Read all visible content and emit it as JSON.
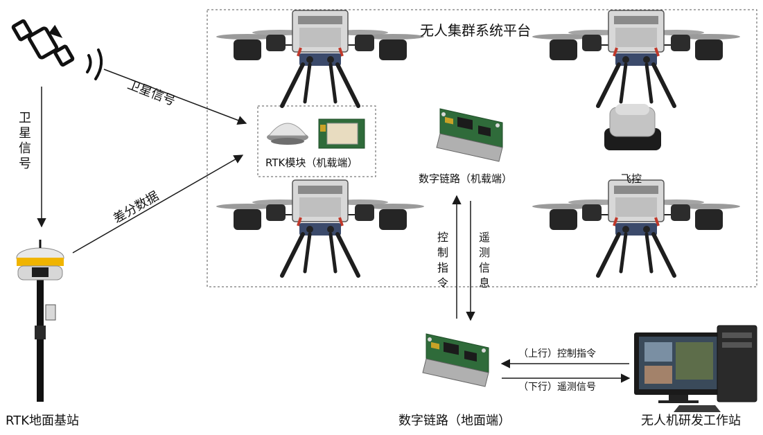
{
  "platform": {
    "title": "无人集群系统平台"
  },
  "modules": {
    "rtk_onboard": "RTK模块（机载端）",
    "datalink_onboard": "数字链路（机载端）",
    "flight_controller": "飞控",
    "datalink_ground": "数字链路（地面端）",
    "rtk_base": "RTK地面基站",
    "workstation": "无人机研发工作站"
  },
  "signals": {
    "satellite_diagonal": "卫星信号",
    "satellite_vertical": "卫星信号",
    "differential": "差分数据",
    "control": "控制指令",
    "telemetry": "遥测信息",
    "uplink": "（上行）控制指令",
    "downlink": "（下行）遥测信号"
  },
  "colors": {
    "frame": "#555555",
    "arrow": "#1a1a1a",
    "antenna": "#f0b400",
    "text": "#111111"
  }
}
